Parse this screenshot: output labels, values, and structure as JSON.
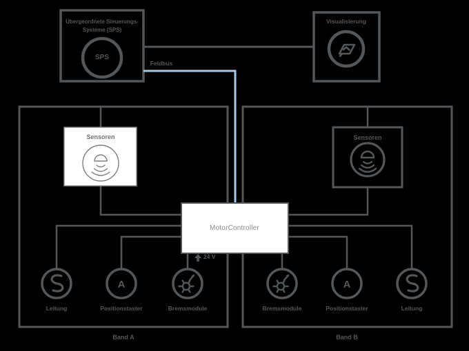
{
  "colors": {
    "line": "#53575a",
    "bus": "#a9c7e9",
    "fill": "#ffffff",
    "background": "#000000"
  },
  "plc": {
    "title_line1": "Übergeordnete Steuerungs-",
    "title_line2": "Systeme (SPS)",
    "badge": "SPS"
  },
  "visualization": {
    "title": "Visualisierung"
  },
  "bus": {
    "label": "Feldbus"
  },
  "controller": {
    "label": "MotorController",
    "power_label": "24 V"
  },
  "icons": {
    "letter_a": "A"
  },
  "band_a": {
    "caption": "Band A",
    "sensor_label": "Sensoren",
    "devices": [
      {
        "icon": "cable-coil-icon",
        "label": "Leitung"
      },
      {
        "icon": "letter-a-icon",
        "label": "Positionstaster"
      },
      {
        "icon": "gear-drive-icon",
        "label": "Bremsmodule"
      }
    ]
  },
  "band_b": {
    "caption": "Band B",
    "sensor_label": "Sensoren",
    "devices": [
      {
        "icon": "gear-drive-icon",
        "label": "Bremsmodule"
      },
      {
        "icon": "letter-a-icon",
        "label": "Positionstaster"
      },
      {
        "icon": "cable-coil-icon",
        "label": "Leitung"
      }
    ]
  }
}
